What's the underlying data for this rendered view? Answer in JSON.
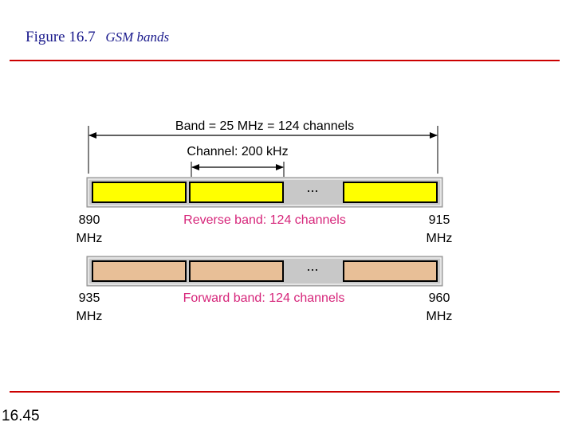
{
  "figure": {
    "number": "Figure 16.7",
    "caption": "GSM bands"
  },
  "slide_number": "16.45",
  "diagram": {
    "band_label": "Band = 25 MHz = 124 channels",
    "channel_label": "Channel: 200 kHz",
    "ellipsis": "...",
    "reverse": {
      "label": "Reverse band: 124 channels",
      "start_value": "890",
      "start_unit": "MHz",
      "end_value": "915",
      "end_unit": "MHz"
    },
    "forward": {
      "label": "Forward band: 124 channels",
      "start_value": "935",
      "start_unit": "MHz",
      "end_value": "960",
      "end_unit": "MHz"
    }
  },
  "colors": {
    "title": "#1a1a8c",
    "rule": "#cc0000",
    "band_label_red": "#d6257a",
    "reverse_channel": "#ffff00",
    "forward_channel": "#e8bf97",
    "band_frame": "#c8c8c8"
  }
}
